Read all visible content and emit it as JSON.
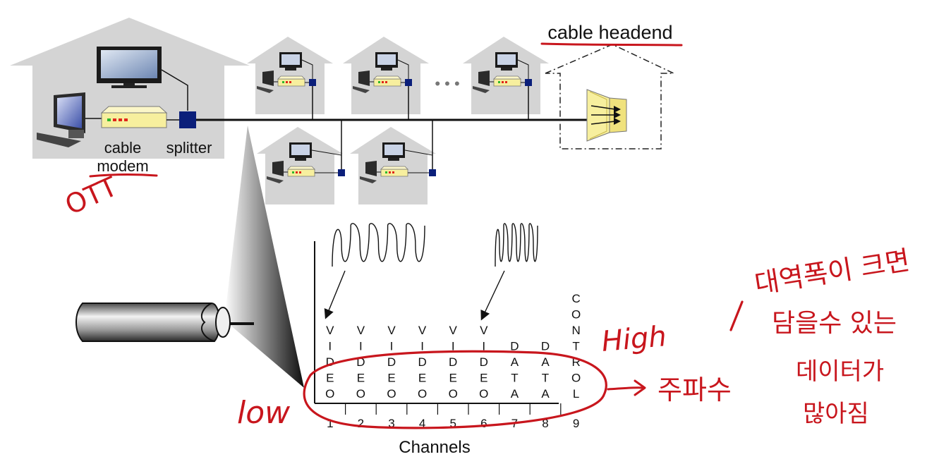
{
  "labels": {
    "cable_headend": "cable headend",
    "cable": "cable",
    "modem": "modem",
    "splitter": "splitter",
    "ellipsis": "• • •",
    "channels_axis": "Channels"
  },
  "channels": [
    {
      "number": "1",
      "letters": [
        "V",
        "I",
        "D",
        "E",
        "O"
      ]
    },
    {
      "number": "2",
      "letters": [
        "V",
        "I",
        "D",
        "E",
        "O"
      ]
    },
    {
      "number": "3",
      "letters": [
        "V",
        "I",
        "D",
        "E",
        "O"
      ]
    },
    {
      "number": "4",
      "letters": [
        "V",
        "I",
        "D",
        "E",
        "O"
      ]
    },
    {
      "number": "5",
      "letters": [
        "V",
        "I",
        "D",
        "E",
        "O"
      ]
    },
    {
      "number": "6",
      "letters": [
        "V",
        "I",
        "D",
        "E",
        "O"
      ]
    },
    {
      "number": "7",
      "letters": [
        "D",
        "A",
        "T",
        "A"
      ]
    },
    {
      "number": "8",
      "letters": [
        "D",
        "A",
        "T",
        "A"
      ]
    },
    {
      "number": "9",
      "letters": [
        "C",
        "O",
        "N",
        "T",
        "R",
        "O",
        "L"
      ]
    }
  ],
  "annotations": {
    "ott": "OTT",
    "high": "High",
    "low": "low",
    "frequency": "주파수",
    "line1": "대역폭이 크면",
    "line2": "담을수 있는",
    "line3": "데이터가",
    "line4": "많아짐"
  },
  "colors": {
    "house": "#d4d4d4",
    "modem": "#f7ef9e",
    "splitter": "#0b1f7a",
    "annotation_red": "#c8161d"
  }
}
